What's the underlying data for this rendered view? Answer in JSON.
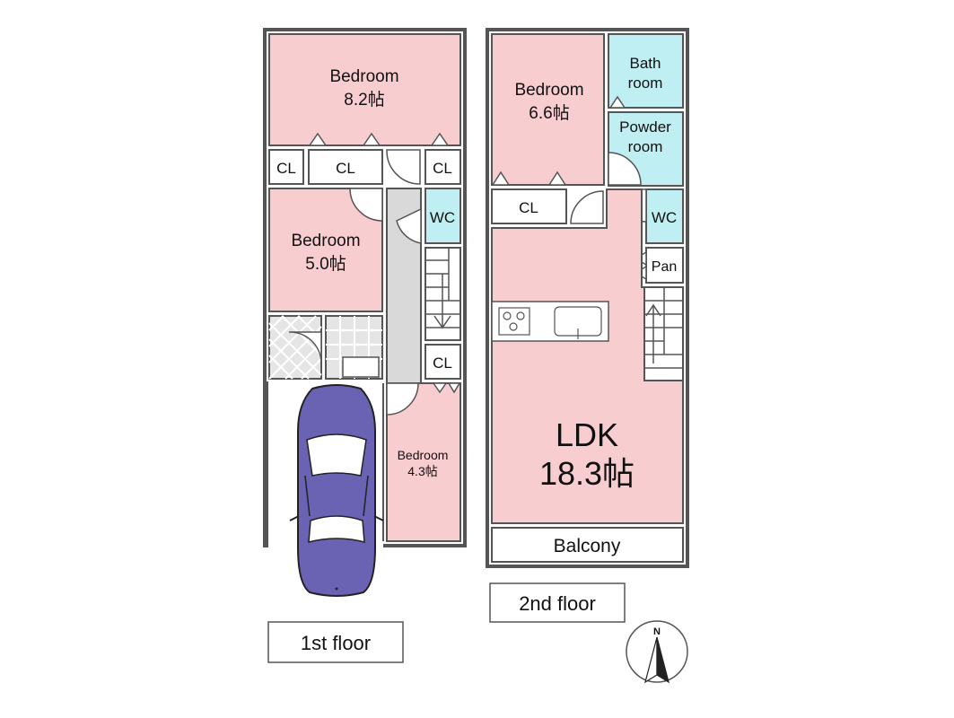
{
  "colors": {
    "bedroom": "#f8cdd0",
    "wet_room": "#bfeff2",
    "corridor": "#d9d9d9",
    "tile": "#e5e5e5",
    "wall": "#555555",
    "car": "#6a62b3",
    "white": "#ffffff"
  },
  "first_floor": {
    "label": "1st floor",
    "bedroom_north": {
      "name": "Bedroom",
      "size": "8.2帖"
    },
    "bedroom_middle": {
      "name": "Bedroom",
      "size": "5.0帖"
    },
    "bedroom_south": {
      "name": "Bedroom",
      "size": "4.3帖"
    },
    "closet_labels": [
      "CL",
      "CL",
      "CL",
      "CL"
    ],
    "wc_label": "WC"
  },
  "second_floor": {
    "label": "2nd floor",
    "bedroom": {
      "name": "Bedroom",
      "size": "6.6帖"
    },
    "bathroom": {
      "line1": "Bath",
      "line2": "room"
    },
    "powder_room": {
      "line1": "Powder",
      "line2": "room"
    },
    "closet_label": "CL",
    "wc_label": "WC",
    "pantry_label": "Pan",
    "ldk": {
      "name": "LDK",
      "size": "18.3帖"
    },
    "balcony_label": "Balcony"
  },
  "compass": {
    "north_label": "N",
    "icon": "north-arrow-icon"
  },
  "car_icon": "car-icon"
}
